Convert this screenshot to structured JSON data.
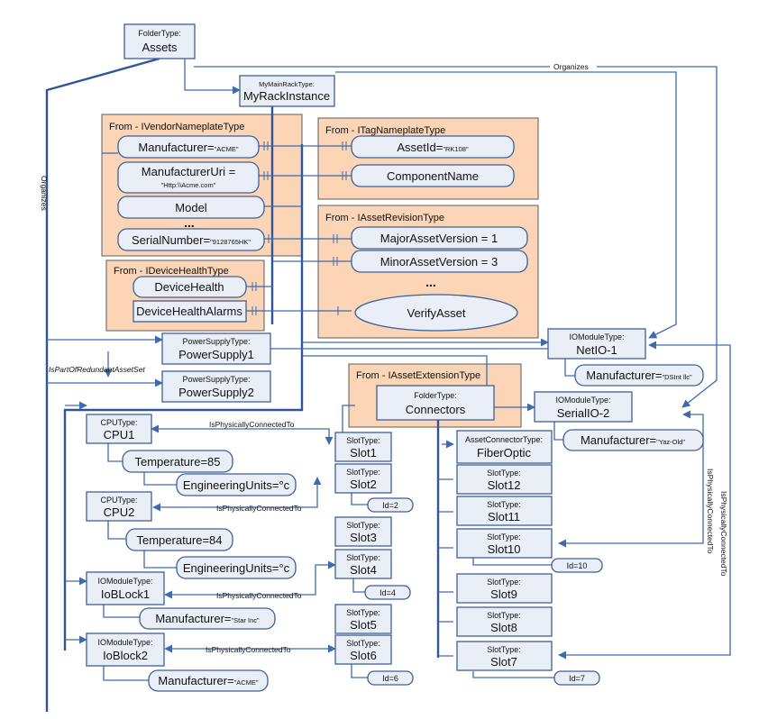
{
  "type_boxes": [
    {
      "type": "FolderType:",
      "name": "Assets"
    },
    {
      "type": "MyMainRackType:",
      "name": "MyRackInstance"
    },
    {
      "type": "PowerSupplyType:",
      "name": "PowerSupply1"
    },
    {
      "type": "PowerSupplyType:",
      "name": "PowerSupply2"
    },
    {
      "type": "IOModuleType:",
      "name": "NetIO-1"
    },
    {
      "type": "IOModuleType:",
      "name": "SerialIO-2"
    },
    {
      "type": "FolderType:",
      "name": "Connectors"
    },
    {
      "type": "CPUType:",
      "name": "CPU1"
    },
    {
      "type": "CPUType:",
      "name": "CPU2"
    },
    {
      "type": "IOModuleType:",
      "name": "IoBLock1"
    },
    {
      "type": "IOModuleType:",
      "name": "IoBlock2"
    },
    {
      "type": "SlotType:",
      "name": "Slot1"
    },
    {
      "type": "SlotType:",
      "name": "Slot2"
    },
    {
      "type": "SlotType:",
      "name": "Slot3"
    },
    {
      "type": "SlotType:",
      "name": "Slot4"
    },
    {
      "type": "SlotType:",
      "name": "Slot5"
    },
    {
      "type": "SlotType:",
      "name": "Slot6"
    },
    {
      "type": "AssetConnectorType:",
      "name": "FiberOptic"
    },
    {
      "type": "SlotType:",
      "name": "Slot12"
    },
    {
      "type": "SlotType:",
      "name": "Slot11"
    },
    {
      "type": "SlotType:",
      "name": "Slot10"
    },
    {
      "type": "SlotType:",
      "name": "Slot9"
    },
    {
      "type": "SlotType:",
      "name": "Slot8"
    },
    {
      "type": "SlotType:",
      "name": "Slot7"
    }
  ],
  "groups": [
    {
      "title": "From - IVendorNameplateType"
    },
    {
      "title": "From - ITagNameplateType"
    },
    {
      "title": "From - IAssetRevisionType"
    },
    {
      "title": "From - IDeviceHealthType"
    },
    {
      "title": "From - IAssetExtensionType"
    }
  ],
  "properties": [
    {
      "label": "Manufacturer=",
      "value": "\"ACME\""
    },
    {
      "label": "ManufacturerUri =",
      "value": "\"Http:\\\\Acme.com\""
    },
    {
      "label": "Model",
      "value": ""
    },
    {
      "label": "SerialNumber=",
      "value": "\"9128765HK\""
    },
    {
      "label": "AssetId=",
      "value": "\"RK108\""
    },
    {
      "label": "ComponentName",
      "value": ""
    },
    {
      "label": "MajorAssetVersion = 1",
      "value": ""
    },
    {
      "label": "MinorAssetVersion = 3",
      "value": ""
    },
    {
      "label": "DeviceHealth",
      "value": ""
    },
    {
      "label": "DeviceHealthAlarms",
      "value": ""
    },
    {
      "label": "Manufacturer=",
      "value": "\"DSInt llc\""
    },
    {
      "label": "Manufacturer=",
      "value": "\"Yaz-Old\""
    },
    {
      "label": "Temperature=85",
      "value": ""
    },
    {
      "label": "EngineeringUnits=°c",
      "value": ""
    },
    {
      "label": "Temperature=84",
      "value": ""
    },
    {
      "label": "EngineeringUnits=°c",
      "value": ""
    },
    {
      "label": "Manufacturer=",
      "value": "\"Star Inc\""
    },
    {
      "label": "Manufacturer=",
      "value": "\"ACME\""
    }
  ],
  "method": {
    "label": "VerifyAsset"
  },
  "ids": [
    {
      "label": "Id=2"
    },
    {
      "label": "Id=4"
    },
    {
      "label": "Id=6"
    },
    {
      "label": "Id=10"
    },
    {
      "label": "Id=7"
    }
  ],
  "ellipses": [
    "...",
    "..."
  ],
  "edge_labels": {
    "organizes_top": "Organizes",
    "organizes_left": "Organizes",
    "redundant": "IsPartOfRedundantAssetSet",
    "phys1": "IsPhysicallyConnectedTo",
    "phys2": "IsPhysicallyConnectedTo",
    "phys3": "IsPhysicallyConnectedTo",
    "phys4": "IsPhysicallyConnectedTo",
    "phys_right1": "IsPhysicallyConnectedTo",
    "phys_right2": "IsPhysicallyConnectedTo"
  },
  "colors": {
    "box_fill": "#e9eef7",
    "box_stroke": "#3e5f96",
    "group_fill": "#fbd5b5",
    "line": "#3e6bb0"
  }
}
